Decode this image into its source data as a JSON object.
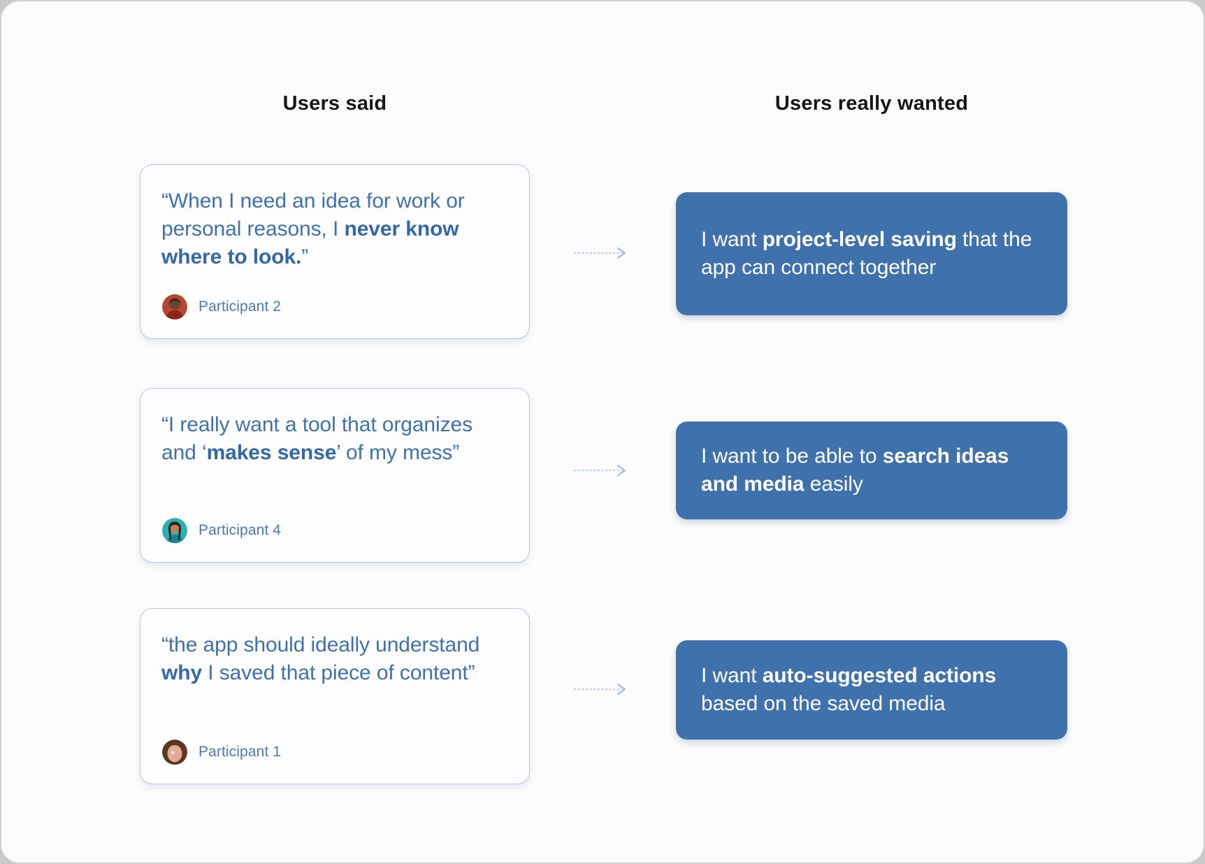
{
  "headings": {
    "left": "Users said",
    "right": "Users really wanted"
  },
  "rows": [
    {
      "quote": {
        "pre": "“When I need an idea for work or personal reasons, I ",
        "bold": "never know where to look.",
        "post": "”"
      },
      "participant": "Participant 2",
      "avatar": {
        "bg": "#b3492f",
        "hair": "#3d2a22",
        "skin": "#6b4434",
        "accent": "#8e2416"
      },
      "want": {
        "pre": "I want ",
        "bold": "project-level saving",
        "post": " that the app can connect together"
      }
    },
    {
      "quote": {
        "pre": "“I really want a tool that organizes and ‘",
        "bold": "makes sense",
        "post": "’ of my mess”"
      },
      "participant": "Participant 4",
      "avatar": {
        "bg": "#2cb0b4",
        "hair": "#33241d",
        "skin": "#bd8258",
        "accent": "#15868e"
      },
      "want": {
        "pre": "I want to be able to ",
        "bold": "search ideas and media",
        "post": " easily"
      }
    },
    {
      "quote": {
        "pre": "“the app should ideally understand ",
        "bold": "why",
        "post": " I saved that piece of content”"
      },
      "participant": "Participant 1",
      "avatar": {
        "bg": "#6e4730",
        "hair": "#5c3823",
        "skin": "#e3ac92",
        "accent": "#c96a55"
      },
      "want": {
        "pre": "I want ",
        "bold": "auto-suggested actions",
        "post": " based on the saved media"
      }
    }
  ],
  "colors": {
    "page_backdrop": "#c9c9c9",
    "panel_background": "#fcfcfc",
    "quote_card_background": "#fdfdfe",
    "quote_card_border": "#b3c7e6",
    "quote_text": "#3e71ad",
    "participant_text": "#4a79b3",
    "want_card_background": "#3f71ac",
    "want_text": "#ffffff",
    "arrow": "#a9c3e6",
    "heading_text": "#161616"
  }
}
